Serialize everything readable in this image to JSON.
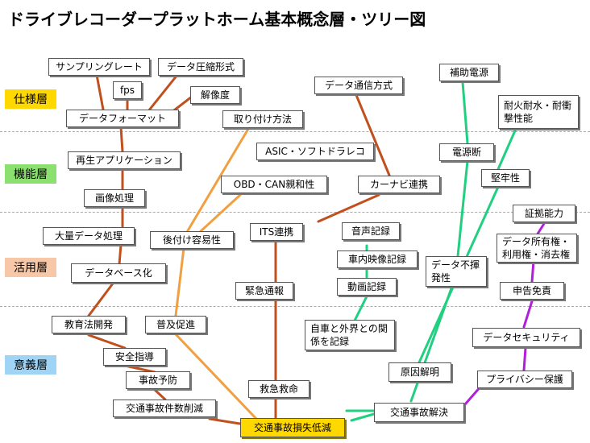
{
  "title": "ドライブレコーダープラットホーム基本概念層・ツリー図",
  "layers": [
    {
      "label": "仕様層",
      "color": "#ffd800"
    },
    {
      "label": "機能層",
      "color": "#8ce070"
    },
    {
      "label": "活用層",
      "color": "#f6c8a8"
    },
    {
      "label": "意義層",
      "color": "#9fd4f4"
    }
  ],
  "nodes": {
    "sampling_rate": "サンプリングレート",
    "data_compression": "データ圧縮形式",
    "fps": "fps",
    "resolution": "解像度",
    "data_format": "データフォーマット",
    "mounting": "取り付け方法",
    "data_comm": "データ通信方式",
    "aux_power": "補助電源",
    "fire_water": "耐火耐水・耐衝撃性能",
    "playback_app": "再生アプリケーション",
    "asic": "ASIC・ソフトドラレコ",
    "obd_can": "OBD・CAN親和性",
    "car_navi": "カーナビ連携",
    "power_cut": "電源断",
    "robustness": "堅牢性",
    "image_proc": "画像処理",
    "evidence": "証拠能力",
    "bulk_data": "大量データ処理",
    "retrofit": "後付け容易性",
    "its": "ITS連携",
    "audio_rec": "音声記録",
    "cabin_video": "車内映像記録",
    "data_owner": "データ所有権・利用権・消去権",
    "database": "データベース化",
    "nonvolatile": "データ不揮発性",
    "video_rec": "動画記録",
    "emergency_report": "緊急通報",
    "self_immunity": "申告免責",
    "education": "教育法開発",
    "promotion": "普及促進",
    "own_and_outside": "自車と外界との関係を記録",
    "data_security": "データセキュリティ",
    "safety_guidance": "安全指導",
    "cause_analysis": "原因解明",
    "accident_prevention": "事故予防",
    "rescue": "救急救命",
    "privacy": "プライバシー保護",
    "reduce_accidents": "交通事故件数削減",
    "accident_resolution": "交通事故解決",
    "root": "交通事故損失低減"
  },
  "edge_colors": {
    "red": "#c0501e",
    "orange": "#f0a040",
    "green": "#20d080",
    "purple": "#b020d8"
  }
}
